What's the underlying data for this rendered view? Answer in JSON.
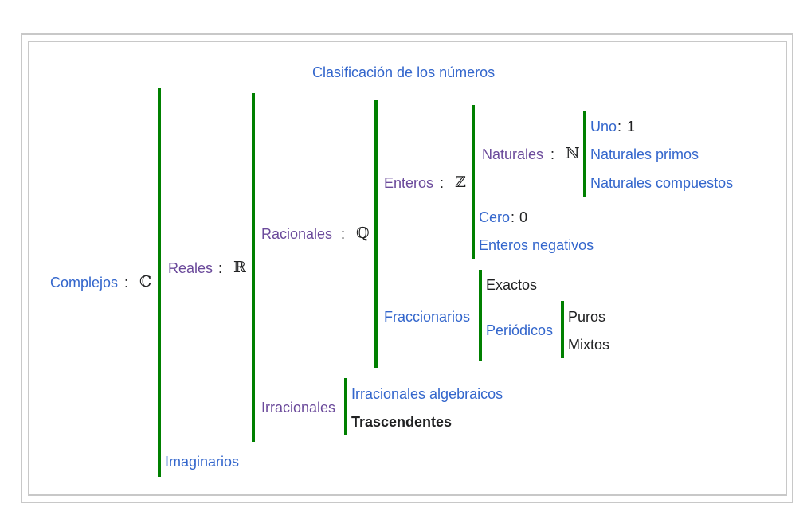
{
  "title": "Clasificación de los números",
  "separator": ":",
  "complejos": {
    "label": "Complejos",
    "symbol": "ℂ"
  },
  "reales": {
    "label": "Reales",
    "symbol": "ℝ"
  },
  "racionales": {
    "label": "Racionales",
    "symbol": "ℚ"
  },
  "enteros": {
    "label": "Enteros",
    "symbol": "ℤ"
  },
  "naturales": {
    "label": "Naturales",
    "symbol": "ℕ"
  },
  "uno": {
    "label": "Uno",
    "value": "1"
  },
  "naturales_primos": "Naturales primos",
  "naturales_compuestos": "Naturales compuestos",
  "cero": {
    "label": "Cero",
    "value": "0"
  },
  "enteros_negativos": "Enteros negativos",
  "fraccionarios": "Fraccionarios",
  "exactos": "Exactos",
  "periodicos": "Periódicos",
  "puros": "Puros",
  "mixtos": "Mixtos",
  "irracionales": "Irracionales",
  "irracionales_algebraicos": "Irracionales algebraicos",
  "trascendentes": "Trascendentes",
  "imaginarios": "Imaginarios",
  "colors": {
    "link": "#3366cc",
    "visited": "#6b4a9b",
    "bar": "#008000",
    "frame": "#c8c8c8"
  }
}
